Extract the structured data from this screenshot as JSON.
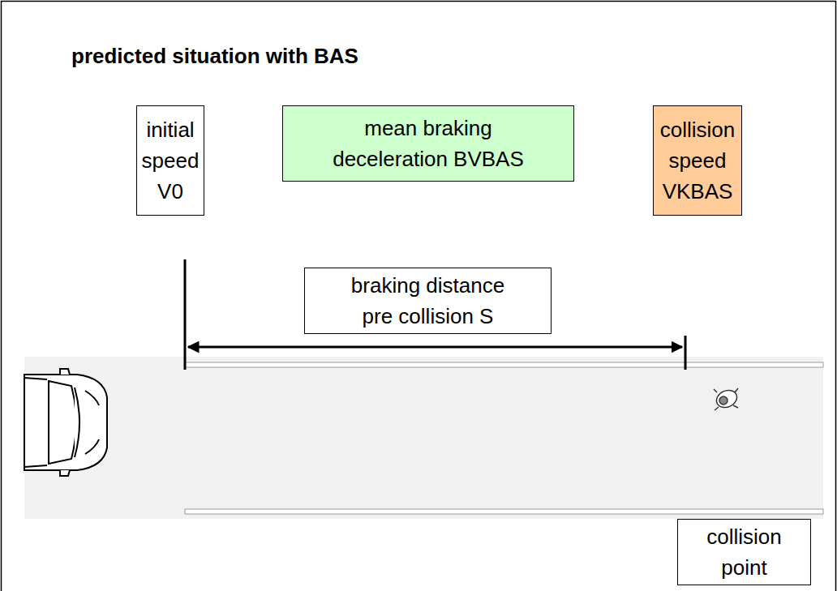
{
  "diagram": {
    "title": "predicted situation with BAS",
    "nodes": [
      {
        "text": [
          "initial speed V0"
        ]
      },
      {
        "text": [
          "mean braking deceleration BVBAS"
        ]
      },
      {
        "text": [
          "collision speed VKBAS"
        ]
      },
      {
        "text": [
          "braking distance pre collision S"
        ]
      },
      {
        "text": [
          "collision point"
        ]
      }
    ]
  }
}
